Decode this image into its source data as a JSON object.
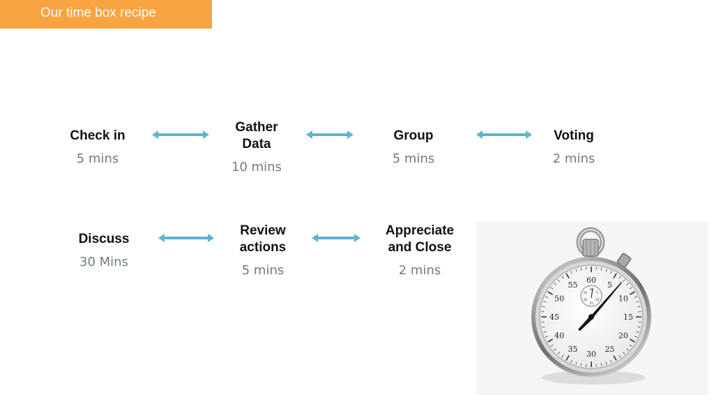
{
  "header": {
    "title": "Our time box recipe"
  },
  "steps": [
    {
      "label": "Check in",
      "time": "5 mins"
    },
    {
      "label": "Gather\nData",
      "time": "10 mins"
    },
    {
      "label": "Group",
      "time": "5 mins"
    },
    {
      "label": "Voting",
      "time": "2 mins"
    },
    {
      "label": "Discuss",
      "time": "30 Mins"
    },
    {
      "label": "Review\nactions",
      "time": "5 mins"
    },
    {
      "label": "Appreciate\nand Close",
      "time": "2 mins"
    }
  ],
  "stopwatch": {
    "dial_numbers": [
      "60",
      "5",
      "10",
      "15",
      "20",
      "25",
      "30",
      "35",
      "40",
      "45",
      "50",
      "55"
    ],
    "sub_dial_numbers": [
      "30",
      "5",
      "10",
      "15",
      "20",
      "25"
    ]
  },
  "colors": {
    "banner": "#f9a442",
    "arrow": "#5bb5cf",
    "time_text": "#6f7c80"
  }
}
